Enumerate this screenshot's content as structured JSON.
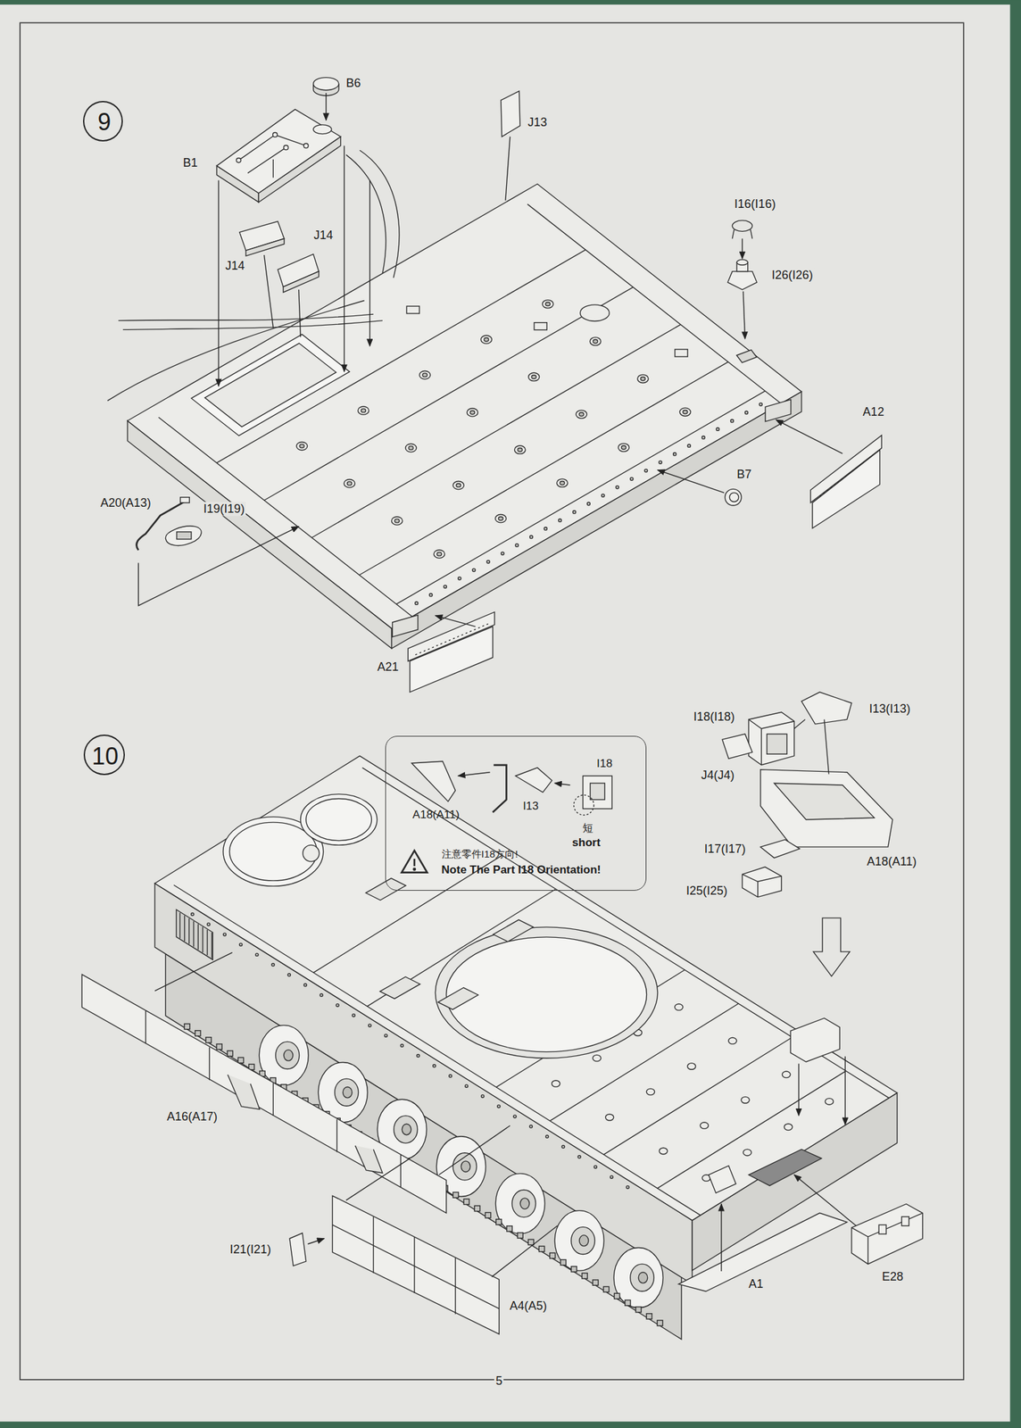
{
  "diagram": {
    "nodes": [
      {
        "text": [
          "9"
        ]
      },
      {
        "text": [
          "10"
        ]
      },
      {
        "text": [
          "I18",
          "A18(A11)",
          "I13",
          "短",
          "short",
          "注意零件I18方向!",
          "Note The Part I18 Orientation!"
        ]
      }
    ],
    "labels": [
      "B6",
      "J13",
      "B1",
      "J14",
      "J14",
      "I16(I16)",
      "I26(I26)",
      "A12",
      "B7",
      "A20(A13)",
      "I19(I19)",
      "A21",
      "I18(I18)",
      "I13(I13)",
      "J4(J4)",
      "A18(A11)",
      "I17(I17)",
      "I25(I25)",
      "A16(A17)",
      "I21(I21)",
      "A4(A5)",
      "A1",
      "E28",
      "5"
    ]
  }
}
